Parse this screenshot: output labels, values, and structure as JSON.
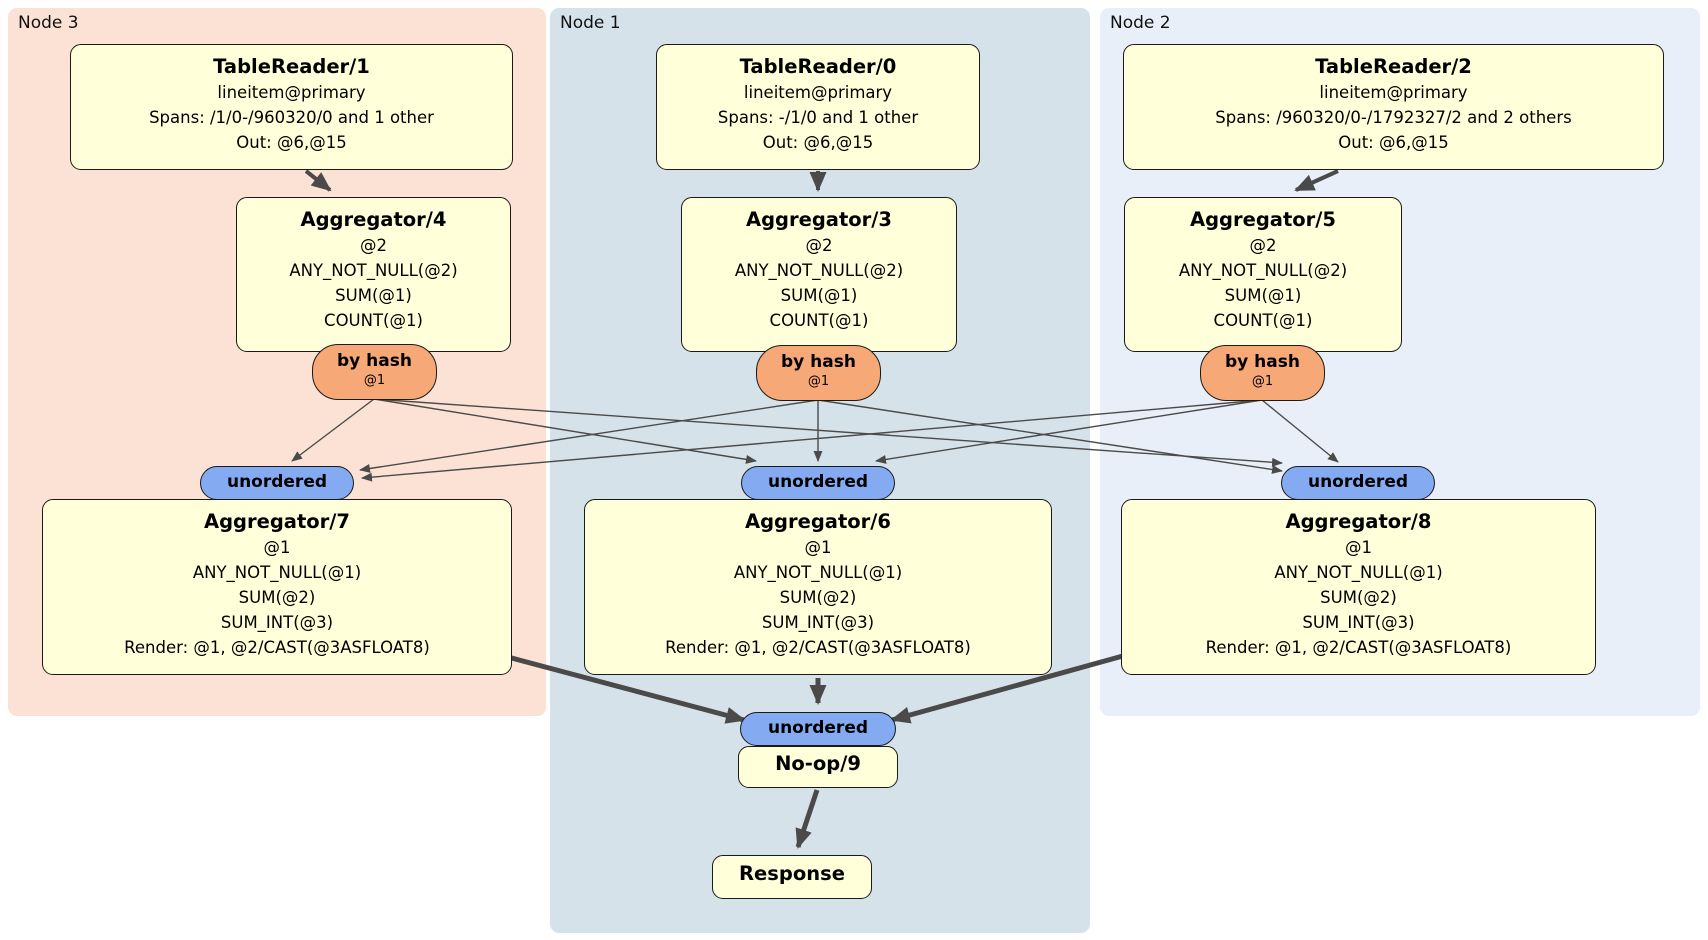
{
  "diagram": {
    "node3": {
      "label": "Node 3",
      "tr": {
        "title": "TableReader/1",
        "l1": "lineitem@primary",
        "l2": "Spans: /1/0-/960320/0 and 1 other",
        "l3": "Out: @6,@15"
      },
      "agg_top": {
        "title": "Aggregator/4",
        "l1": "@2",
        "l2": "ANY_NOT_NULL(@2)",
        "l3": "SUM(@1)",
        "l4": "COUNT(@1)"
      },
      "router": {
        "label": "by hash",
        "sub": "@1"
      },
      "sync": {
        "label": "unordered"
      },
      "agg_bottom": {
        "title": "Aggregator/7",
        "l1": "@1",
        "l2": "ANY_NOT_NULL(@1)",
        "l3": "SUM(@2)",
        "l4": "SUM_INT(@3)",
        "l5": "Render: @1, @2/CAST(@3ASFLOAT8)"
      }
    },
    "node1": {
      "label": "Node 1",
      "tr": {
        "title": "TableReader/0",
        "l1": "lineitem@primary",
        "l2": "Spans: -/1/0 and 1 other",
        "l3": "Out: @6,@15"
      },
      "agg_top": {
        "title": "Aggregator/3",
        "l1": "@2",
        "l2": "ANY_NOT_NULL(@2)",
        "l3": "SUM(@1)",
        "l4": "COUNT(@1)"
      },
      "router": {
        "label": "by hash",
        "sub": "@1"
      },
      "sync": {
        "label": "unordered"
      },
      "agg_bottom": {
        "title": "Aggregator/6",
        "l1": "@1",
        "l2": "ANY_NOT_NULL(@1)",
        "l3": "SUM(@2)",
        "l4": "SUM_INT(@3)",
        "l5": "Render: @1, @2/CAST(@3ASFLOAT8)"
      }
    },
    "node2": {
      "label": "Node 2",
      "tr": {
        "title": "TableReader/2",
        "l1": "lineitem@primary",
        "l2": "Spans: /960320/0-/1792327/2 and 2 others",
        "l3": "Out: @6,@15"
      },
      "agg_top": {
        "title": "Aggregator/5",
        "l1": "@2",
        "l2": "ANY_NOT_NULL(@2)",
        "l3": "SUM(@1)",
        "l4": "COUNT(@1)"
      },
      "router": {
        "label": "by hash",
        "sub": "@1"
      },
      "sync": {
        "label": "unordered"
      },
      "agg_bottom": {
        "title": "Aggregator/8",
        "l1": "@1",
        "l2": "ANY_NOT_NULL(@1)",
        "l3": "SUM(@2)",
        "l4": "SUM_INT(@3)",
        "l5": "Render: @1, @2/CAST(@3ASFLOAT8)"
      }
    },
    "final": {
      "sync": {
        "label": "unordered"
      },
      "noop": {
        "title": "No-op/9"
      },
      "response": {
        "title": "Response"
      }
    },
    "colors": {
      "node3_bg": "#fbe2d4",
      "node1_bg": "#d5e2ea",
      "node2_bg": "#e9eff8",
      "processor_box_fill": "#ffffd9",
      "router_pill_fill": "#f6a876",
      "sync_pill_fill": "#84aaf1",
      "edge_color": "#4a4a4a",
      "border_color": "#1a1a1a"
    }
  }
}
